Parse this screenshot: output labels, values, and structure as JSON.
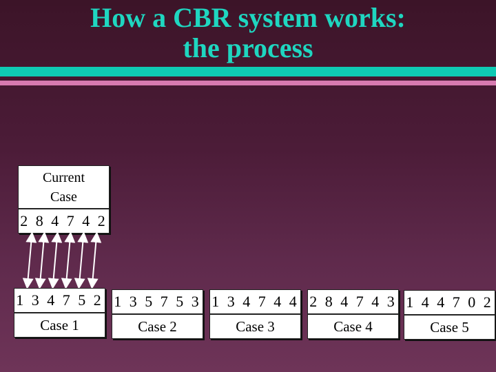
{
  "slide": {
    "title_line1": "How a CBR system works:",
    "title_line2": "the process"
  },
  "current_case": {
    "label_line1": "Current",
    "label_line2": "Case",
    "sequence": "2 8 4 7 4 2"
  },
  "cases": [
    {
      "sequence": "1 3 4 7 5 2",
      "label": "Case 1"
    },
    {
      "sequence": "1 3 5 7 5 3",
      "label": "Case 2"
    },
    {
      "sequence": "1 3 4 7 4 4",
      "label": "Case 3"
    },
    {
      "sequence": "2 8 4 7 4 3",
      "label": "Case 4"
    },
    {
      "sequence": "1 4 4 7 0 2",
      "label": "Case 5"
    }
  ],
  "colors": {
    "title": "#1fd6c0",
    "accent_bar": "#0fcab4",
    "secondary_bar": "#d77ab0",
    "box_fill": "#ffffff",
    "arrow": "#ffffff"
  }
}
